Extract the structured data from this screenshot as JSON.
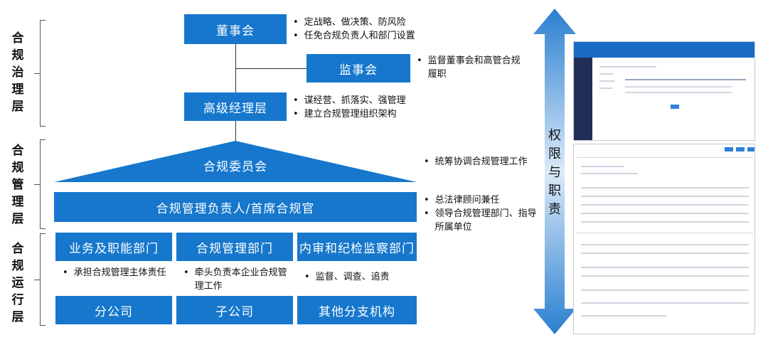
{
  "left_labels": {
    "governance": "合规治理层",
    "management": "合规管理层",
    "operation": "合规运行层"
  },
  "boxes": {
    "board": "董事会",
    "supervisors": "监事会",
    "senior": "高级经理层",
    "committee": "合规委员会",
    "cco": "合规管理负责人/首席合规官",
    "business_dept": "业务及职能部门",
    "compliance_dept": "合规管理部门",
    "audit_dept": "内审和纪检监察部门",
    "branch": "分公司",
    "subsidiary": "子公司",
    "other": "其他分支机构"
  },
  "bullets": {
    "board": [
      "定战略、做决策、防风险",
      "任免合规负责人和部门设置"
    ],
    "supervisors": [
      "监督董事会和高管合规履职"
    ],
    "senior": [
      "谋经营、抓落实、强管理",
      "建立合规管理组织架构"
    ],
    "committee": [
      "统筹协调合规管理工作"
    ],
    "cco": [
      "总法律顾问兼任",
      "领导合规管理部门、指导所属单位"
    ],
    "business_dept": [
      "承担合规管理主体责任"
    ],
    "compliance_dept": [
      "牵头负责本企业合规管理工作"
    ],
    "audit_dept": [
      "监督、调查、追责"
    ]
  },
  "arrow_label": "权限与职责",
  "colors": {
    "box": "#1677cc",
    "arrow_top": "#2a7fd0",
    "arrow_mid": "#dbeaf8"
  }
}
